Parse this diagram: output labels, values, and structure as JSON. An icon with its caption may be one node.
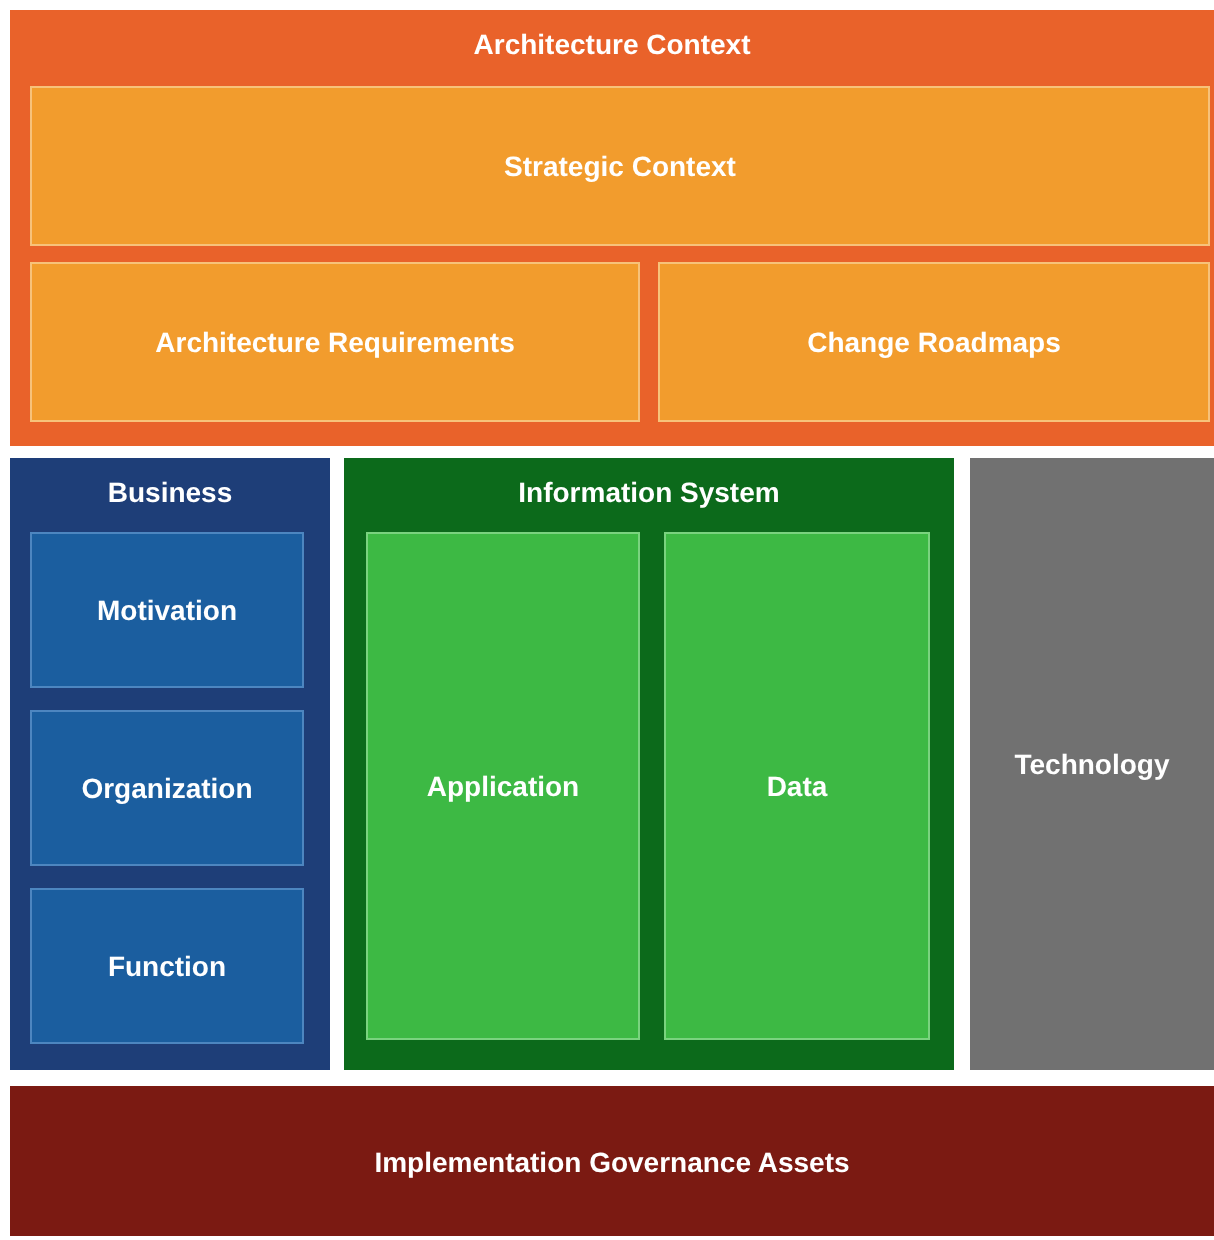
{
  "diagram": {
    "nodes": [
      {
        "text": [
          "Architecture Context"
        ]
      },
      {
        "text": [
          "Strategic Context"
        ],
        "in": 0
      },
      {
        "text": [
          "Architecture Requirements"
        ],
        "in": 0
      },
      {
        "text": [
          "Change Roadmaps"
        ],
        "in": 0
      },
      {
        "text": [
          "Business"
        ]
      },
      {
        "text": [
          "Motivation"
        ],
        "in": 4
      },
      {
        "text": [
          "Organization"
        ],
        "in": 4
      },
      {
        "text": [
          "Function"
        ],
        "in": 4
      },
      {
        "text": [
          "Information System"
        ]
      },
      {
        "text": [
          "Application"
        ],
        "in": 8
      },
      {
        "text": [
          "Data"
        ],
        "in": 8
      },
      {
        "text": [
          "Technology"
        ]
      },
      {
        "text": [
          "Implementation Governance Assets"
        ]
      }
    ]
  }
}
